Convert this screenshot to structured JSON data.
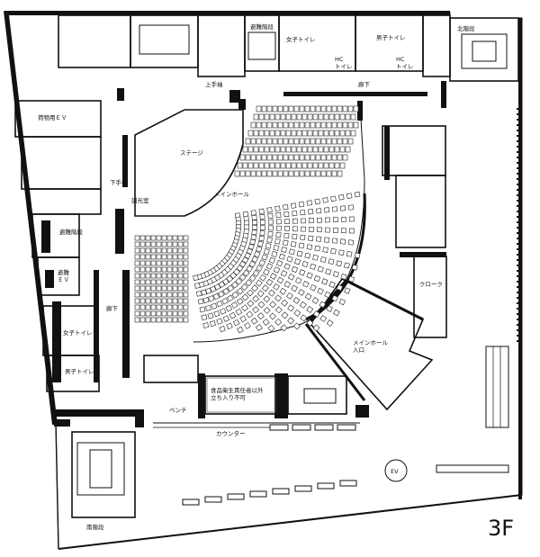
{
  "floor_label": "3F",
  "rooms": {
    "north_stairs": "北階段",
    "evac_stairs": "避難階段",
    "womens_toilet_top": "女子トイレ",
    "mens_toilet_top": "男子トイレ",
    "hc_toilet_1": "HC\nトイレ",
    "hc_toilet_2": "HC\nトイレ",
    "stage_right": "上手袖",
    "corridor_top": "廊下",
    "cargo_ev": "荷物用ＥＶ",
    "stage": "ステージ",
    "main_hall": "メインホール",
    "stage_left": "下手袖",
    "control_room": "調光室",
    "evac_stairs_left": "避難階段",
    "evac_ev": "避難\nＥＶ",
    "corridor_left": "廊下",
    "womens_toilet_left": "女子トイレ",
    "mens_toilet_left": "男子トイレ",
    "cloak": "クローク",
    "main_hall_entrance": "メインホール\n入口",
    "food_notice": "食品衛生責任者以外\n立ち入り不可",
    "bench": "ベンチ",
    "counter": "カウンター",
    "ev": "EV",
    "south_stairs": "南階段"
  }
}
